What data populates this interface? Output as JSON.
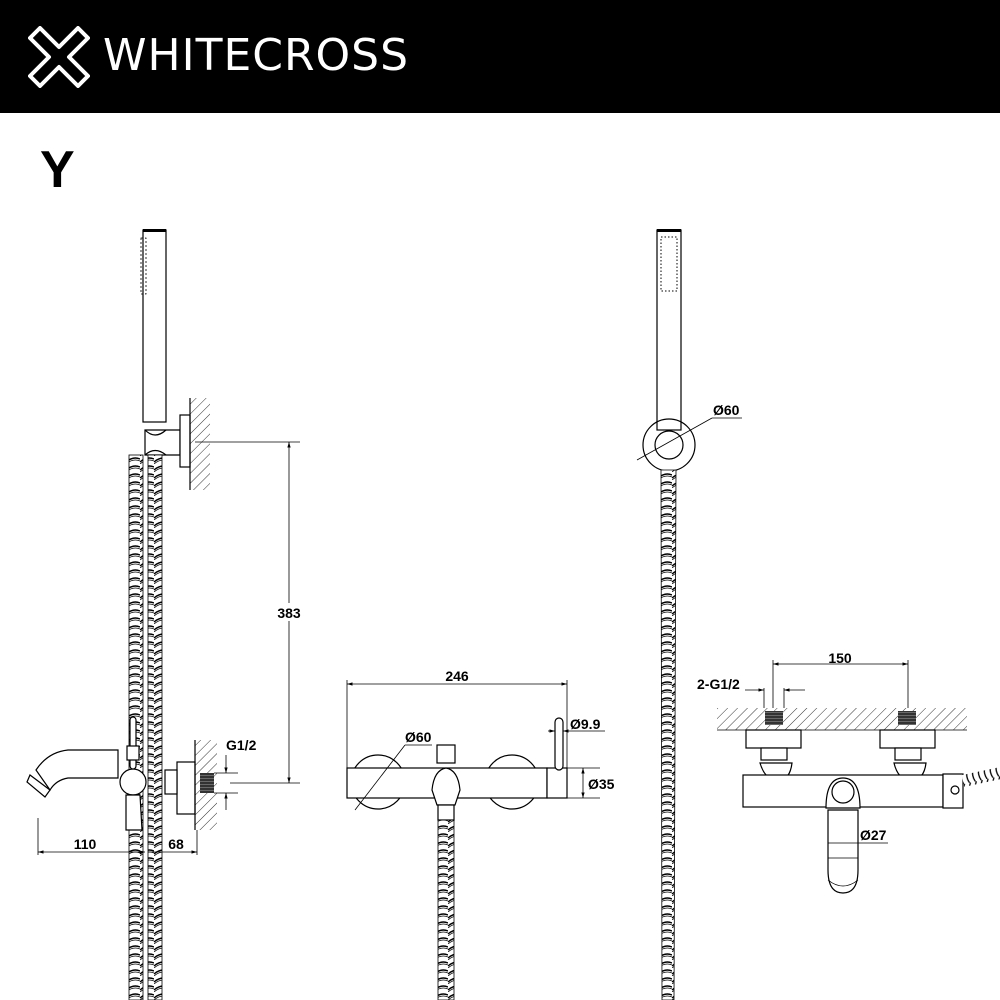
{
  "header": {
    "brand": "WHITECROSS",
    "background": "#000000",
    "text_color": "#ffffff",
    "logo_icon": "cross-outline-icon"
  },
  "model": {
    "label": "Y"
  },
  "views": {
    "side": {
      "dimensions": {
        "height": "383",
        "spout_length": "110",
        "wall_projection": "68",
        "inlet_thread": "G1/2"
      }
    },
    "front": {
      "dimensions": {
        "width": "246",
        "escutcheon_diameter": "Ø60",
        "lever_diameter": "Ø9.9",
        "body_diameter": "Ø35"
      }
    },
    "handshower": {
      "dimensions": {
        "wall_outlet_diameter": "Ø60"
      }
    },
    "top": {
      "dimensions": {
        "centres": "150",
        "inlets": "2-G1/2",
        "spout_diameter": "Ø27"
      }
    }
  }
}
